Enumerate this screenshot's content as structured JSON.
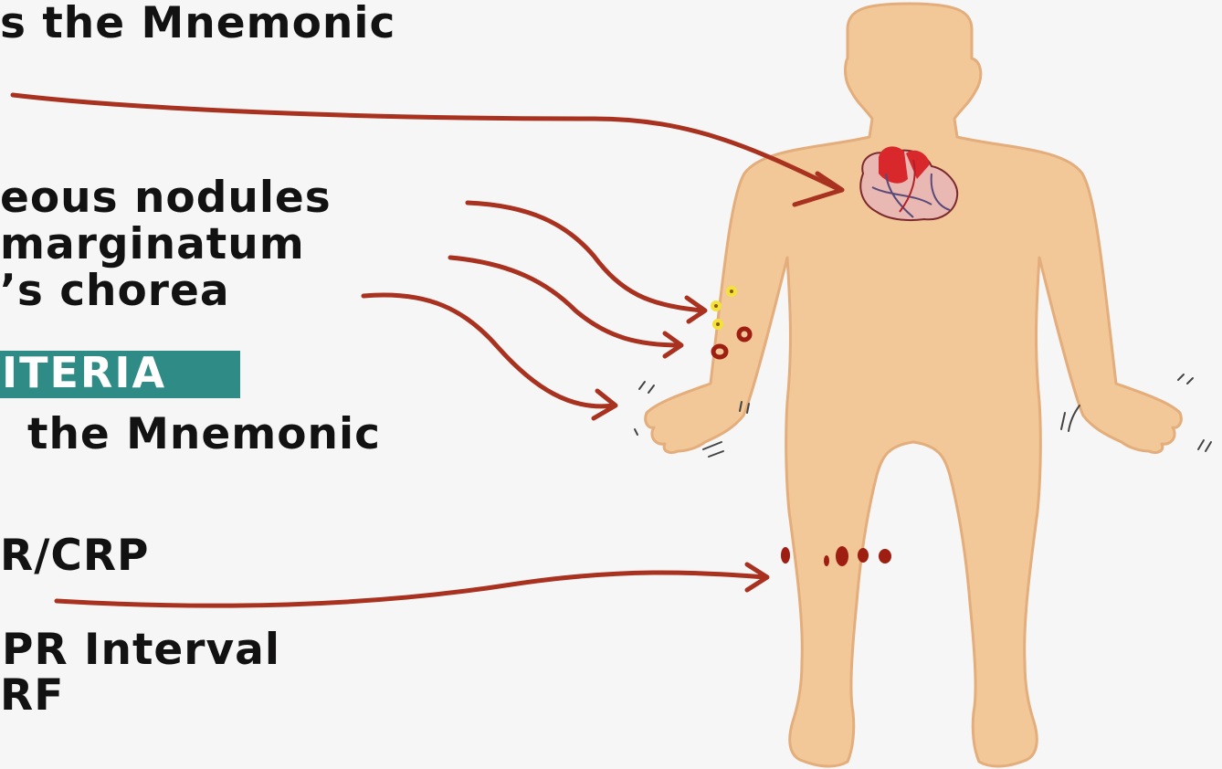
{
  "slide": {
    "lines": [
      {
        "id": "line-mnemonic-top",
        "text": "s the Mnemonic"
      },
      {
        "id": "line-nodules",
        "text": "eous nodules"
      },
      {
        "id": "line-marginatum",
        "text": "marginatum"
      },
      {
        "id": "line-chorea",
        "text": "’s chorea"
      },
      {
        "id": "line-mnemonic-mid",
        "text": "the Mnemonic"
      },
      {
        "id": "line-esr-crp",
        "text": "R/CRP"
      },
      {
        "id": "line-pr-interval",
        "text": "PR Interval"
      },
      {
        "id": "line-rf",
        "text": "RF"
      }
    ],
    "badge": {
      "text": "ITERIA"
    }
  },
  "colors": {
    "background": "#f7f6f6",
    "text": "#121212",
    "badge": "#2f8b86",
    "skin": "#f2c898",
    "skin_outline": "#e3ad7c",
    "arrow": "#a8321f",
    "nodule": "#f3e23a",
    "lesion": "#9e1e12",
    "heart": "#d8282c"
  },
  "icons": [
    "human-body",
    "heart-icon",
    "arrow",
    "subcutaneous-nodule",
    "erythema-lesion",
    "chorea-motion-marks"
  ]
}
